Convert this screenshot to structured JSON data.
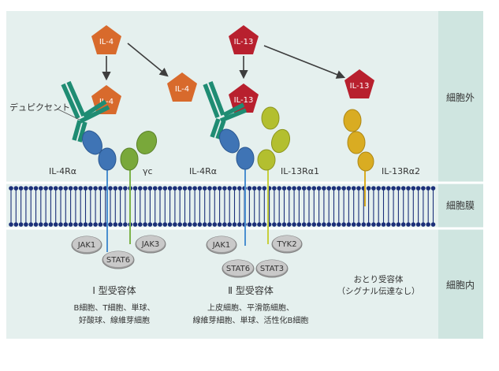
{
  "zones": {
    "extracellular": "細胞外",
    "membrane": "細胞膜",
    "intracellular": "細胞内"
  },
  "ligands": {
    "il4": "IL-4",
    "il13": "IL-13"
  },
  "decoy_label": "デュピクセント",
  "receptor_chains": {
    "il4ra_left": "IL-4Rα",
    "gamma_c": "γc",
    "il4ra_right": "IL-4Rα",
    "il13ra1": "IL-13Rα1",
    "il13ra2": "IL-13Rα2"
  },
  "signaling": {
    "jak1_left": "JAK1",
    "jak3": "JAK3",
    "stat6_left": "STAT6",
    "jak1_right": "JAK1",
    "tyk2": "TYK2",
    "stat6_right": "STAT6",
    "stat3": "STAT3"
  },
  "type1": {
    "title": "Ⅰ 型受容体",
    "cells_line1": "B細胞、T細胞、単球、",
    "cells_line2": "好酸球、線維芽細胞"
  },
  "type2": {
    "title": "Ⅱ 型受容体",
    "cells_line1": "上皮細胞、平滑筋細胞、",
    "cells_line2": "線維芽細胞、単球、活性化B細胞"
  },
  "decoy_receptor": {
    "line1": "おとり受容体",
    "line2": "（シグナル伝達なし）"
  },
  "colors": {
    "il4": "#d86a2c",
    "il13": "#b8202e",
    "receptor_blue": "#3f74b5",
    "gamma_green": "#79a83a",
    "il13ra1_lime": "#b3bf2f",
    "il13ra2_gold": "#d9ac22",
    "antibody_teal": "#1f8c73",
    "membrane_blue": "#1b2f78",
    "bg_light": "#e5f0ee",
    "bg_side": "#cfe5e0"
  }
}
